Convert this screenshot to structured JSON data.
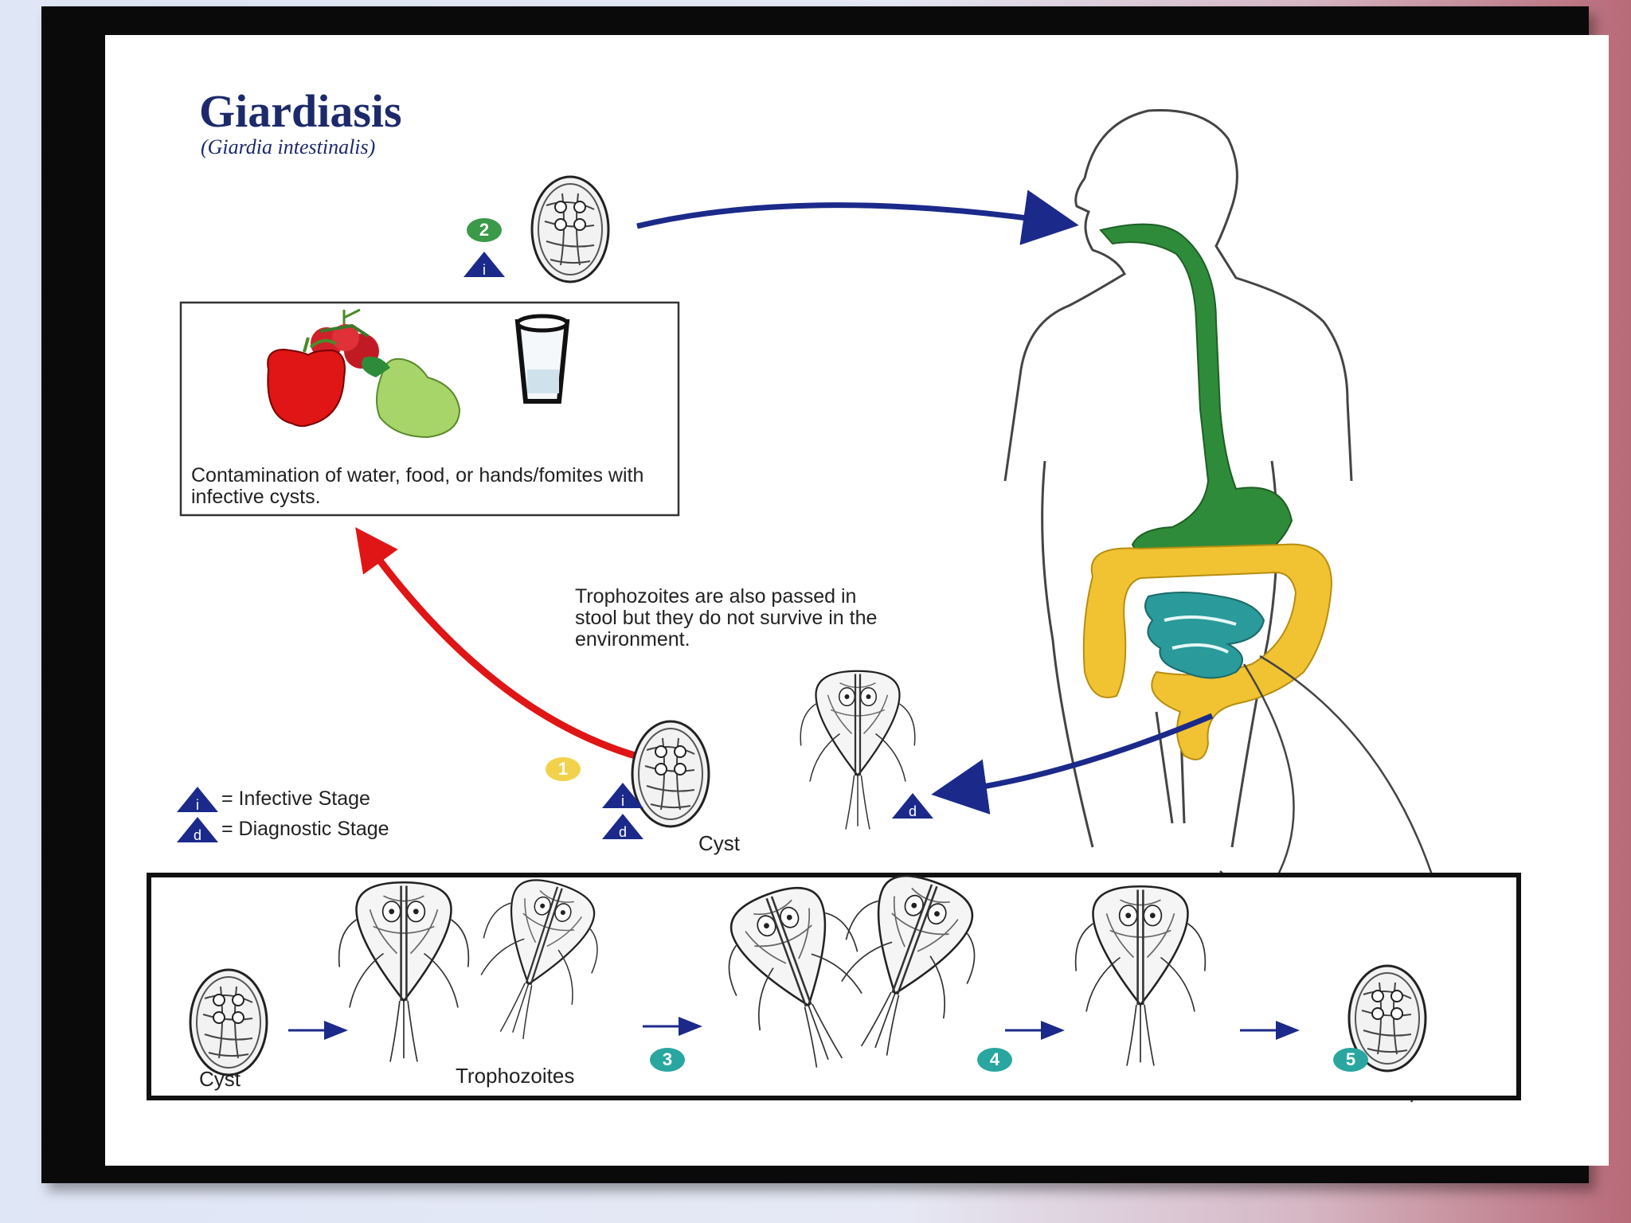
{
  "title": "Giardiasis",
  "subtitle": "(Giardia intestinalis)",
  "contamination_caption": "Contamination of water, food, or hands/fomites with infective cysts.",
  "trophozoite_note": "Trophozoites are also passed in stool but they do not survive in the environment.",
  "legend": {
    "infective": "= Infective Stage",
    "diagnostic": "= Diagnostic Stage"
  },
  "stage_symbols": {
    "infective": "i",
    "diagnostic": "d"
  },
  "labels": {
    "cyst_stool": "Cyst",
    "cyst_bottom": "Cyst",
    "trophozoites_bottom": "Trophozoites"
  },
  "steps": {
    "s1": "1",
    "s2": "2",
    "s3": "3",
    "s4": "4",
    "s5": "5"
  },
  "colors": {
    "title": "#1c2a6b",
    "arrow_blue": "#1b2a8a",
    "arrow_red": "#e01515",
    "digestive_green": "#2e8b3a",
    "colon_yellow": "#f1c232",
    "intestine_teal": "#2a9a9a",
    "step_green": "#3a9a4a",
    "step_yellow": "#f2d24a",
    "step_teal": "#2aa6a0"
  }
}
